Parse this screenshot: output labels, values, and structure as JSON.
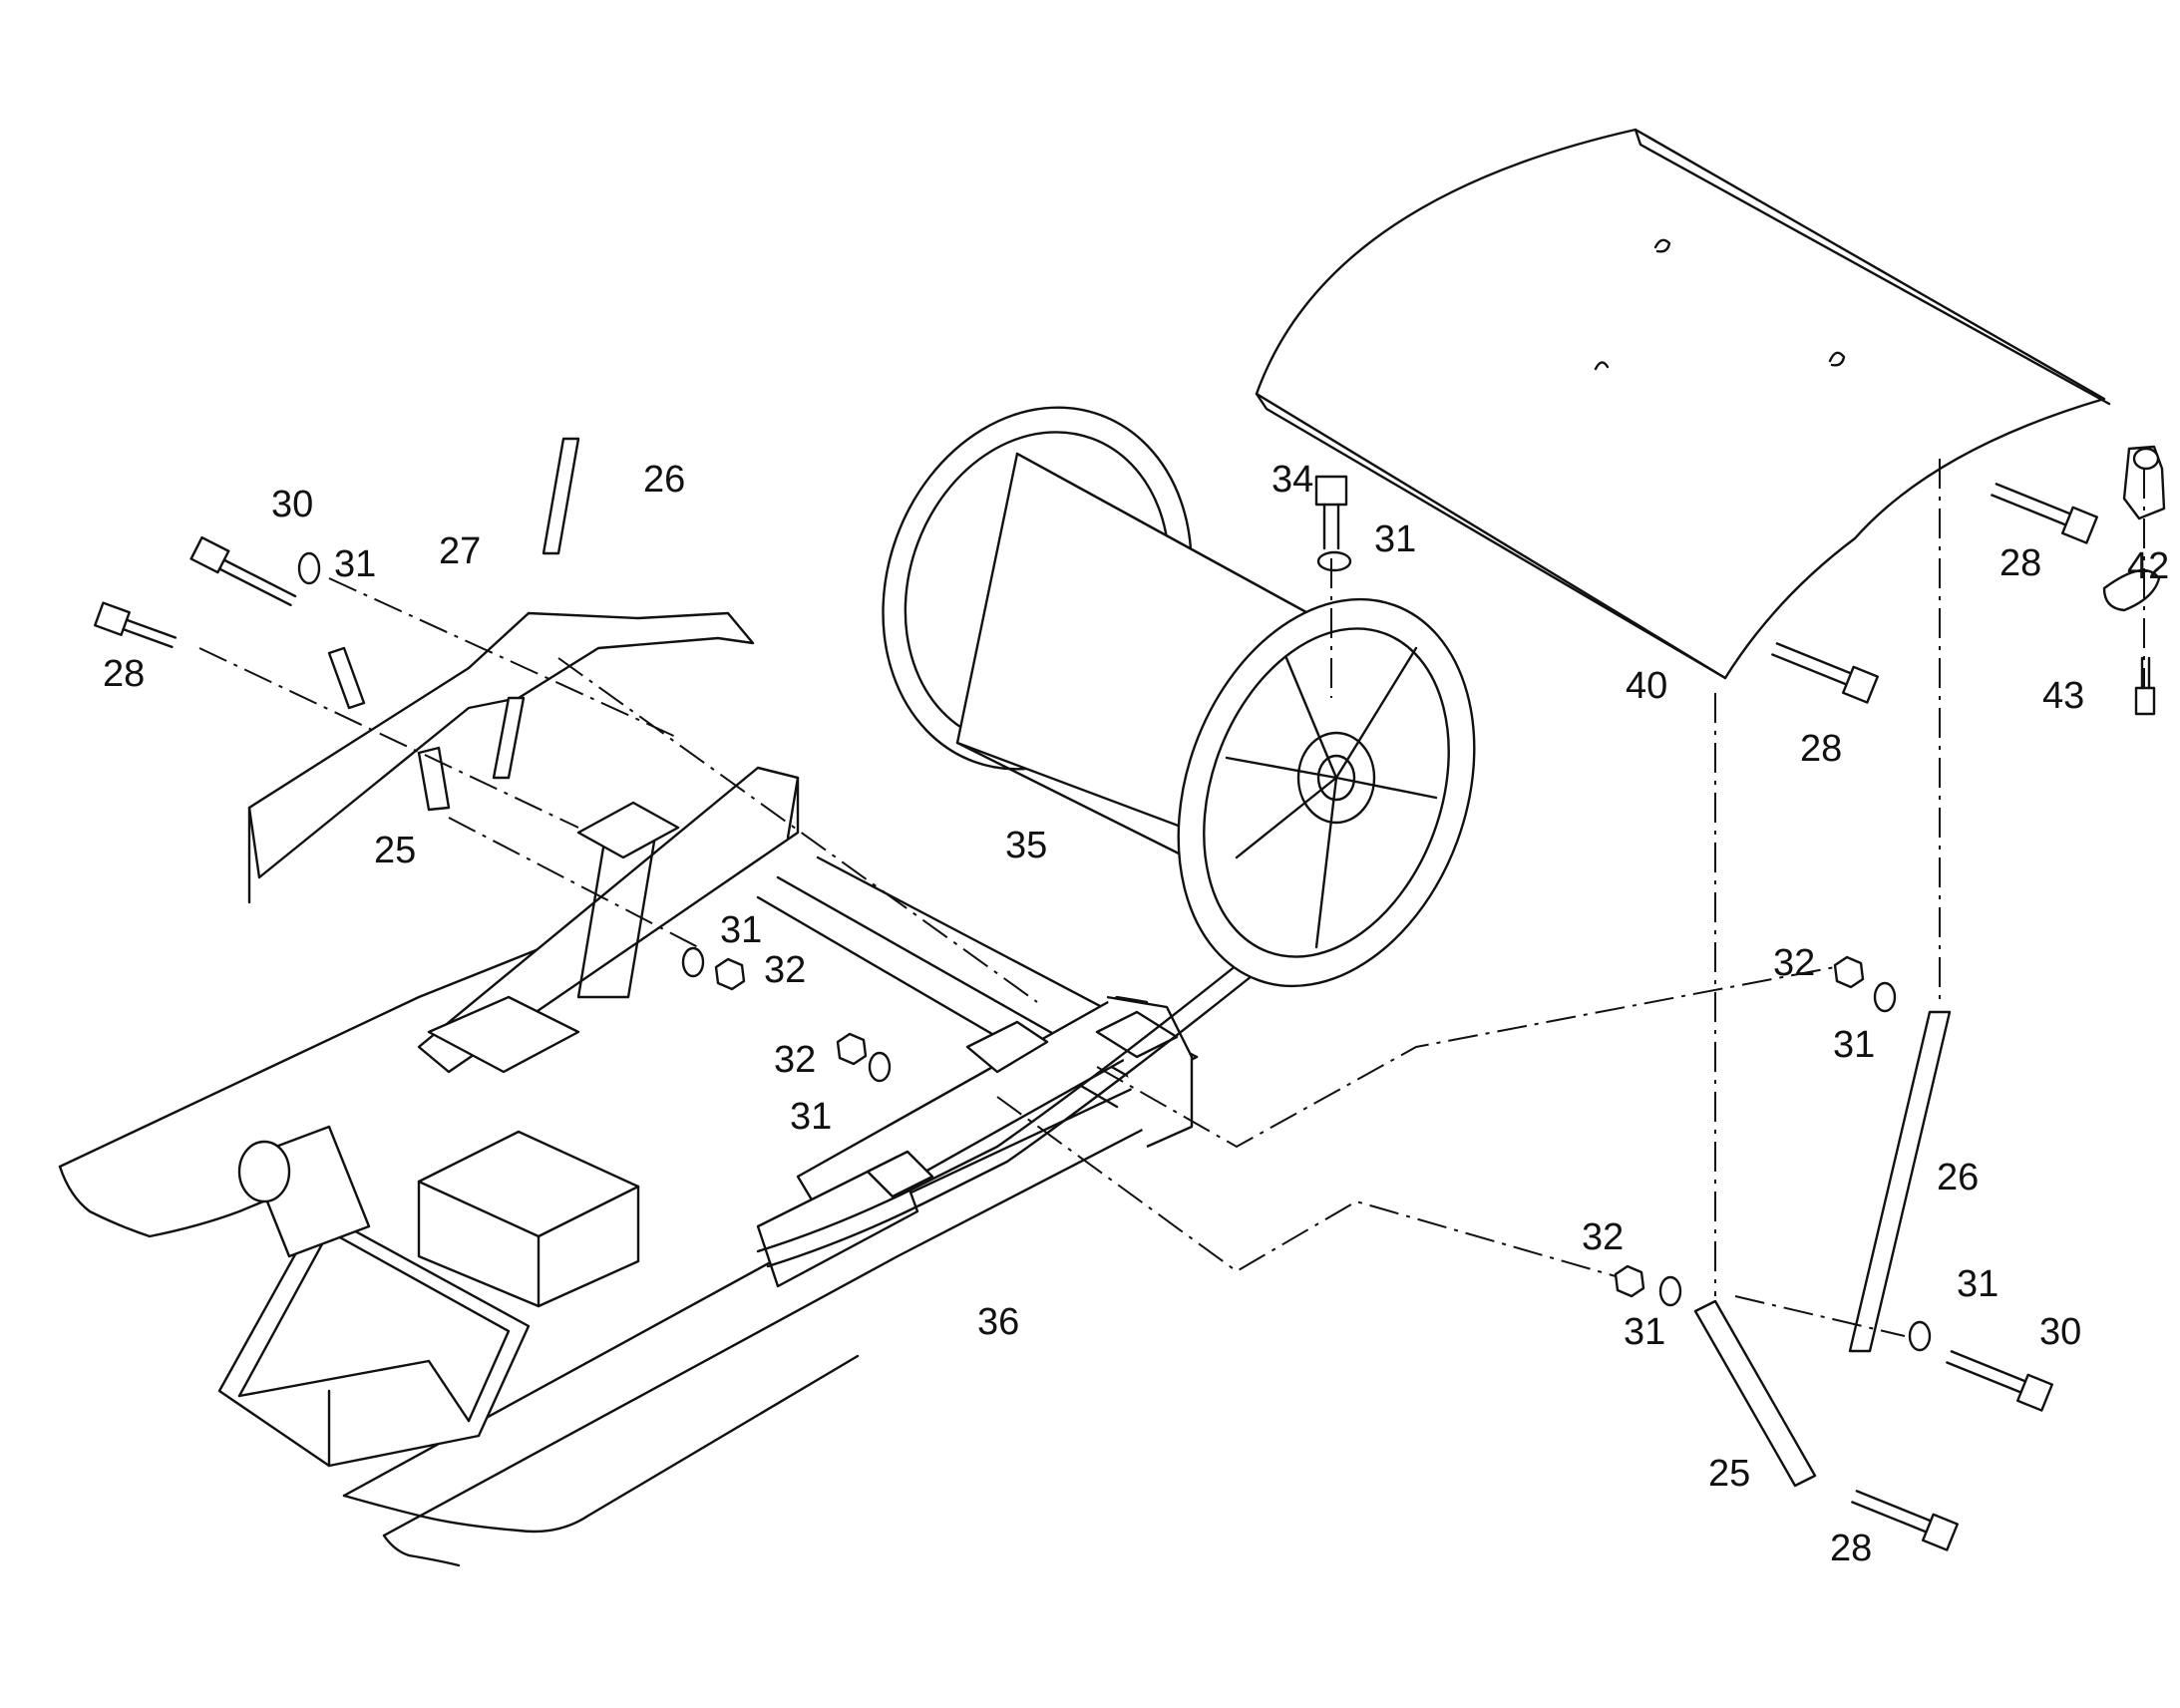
{
  "diagram": {
    "callouts": {
      "c25a": "25",
      "c25b": "25",
      "c26a": "26",
      "c26b": "26",
      "c27": "27",
      "c28a": "28",
      "c28b": "28",
      "c28c": "28",
      "c28d": "28",
      "c30a": "30",
      "c30b": "30",
      "c31a": "31",
      "c31b": "31",
      "c31c": "31",
      "c31d": "31",
      "c31e": "31",
      "c31f": "31",
      "c31g": "31",
      "c32a": "32",
      "c32b": "32",
      "c32c": "32",
      "c32d": "32",
      "c34": "34",
      "c35": "35",
      "c36": "36",
      "c40": "40",
      "c42": "42",
      "c43": "43"
    }
  }
}
